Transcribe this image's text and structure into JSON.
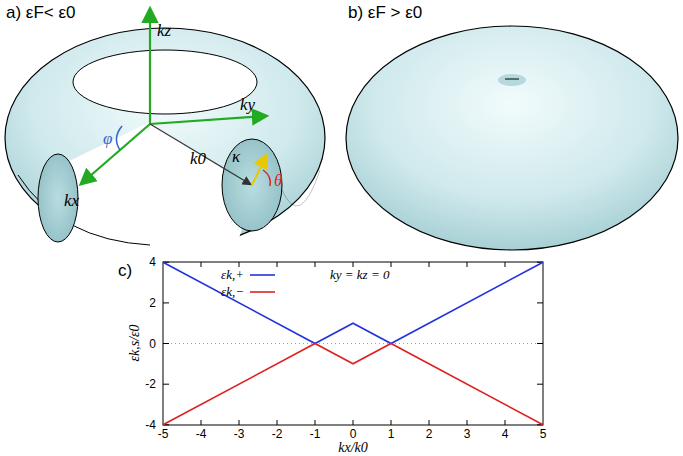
{
  "diagram": {
    "labels": [
      "a) εF< ε0",
      "b) εF > ε0",
      "kz",
      "ky",
      "kx",
      "φ",
      "k0",
      "κ",
      "θ",
      "c)",
      "εk,s/ε0",
      "kx/k0",
      "ky = kz = 0",
      "4",
      "2",
      "0",
      "-2",
      "-4",
      "-5",
      "-4",
      "-3",
      "-2",
      "-1",
      "0",
      "1",
      "2",
      "3",
      "4",
      "5"
    ],
    "legend": [
      {
        "text": "εk,+"
      },
      {
        "text": "εk,−"
      }
    ]
  }
}
